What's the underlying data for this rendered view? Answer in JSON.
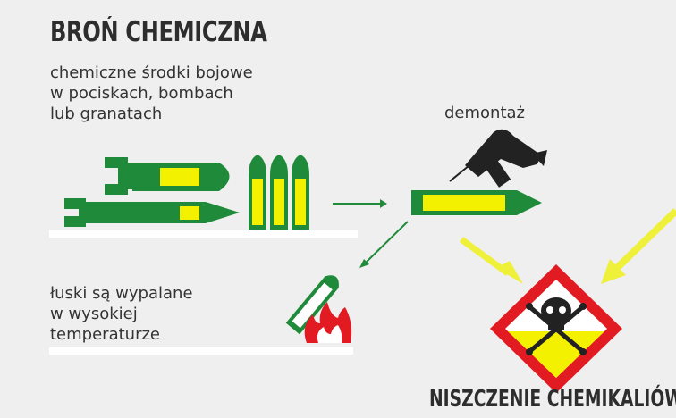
{
  "title": "BROŃ CHEMICZNA",
  "munitions_text": "chemiczne środki bojowe\nw pociskach, bombach\nlub granatach",
  "disassembly_label": "demontaż",
  "casings_text": "łuski są wypalane\nw wysokiej\ntemperaturze",
  "destruction_title": "NISZCZENIE CHEMIKALIÓW",
  "colors": {
    "munition_green": "#1e8a3a",
    "warhead_yellow": "#f4f100",
    "arrow_yellow": "#eef03a",
    "hazard_red": "#e21b22",
    "flame_red": "#e21b22"
  },
  "icons": [
    "bomb-icon",
    "aerial-bomb-icon",
    "shell-icon",
    "drill-icon",
    "projectile-icon",
    "casing-icon",
    "fire-icon",
    "skull-crossbones-icon"
  ]
}
